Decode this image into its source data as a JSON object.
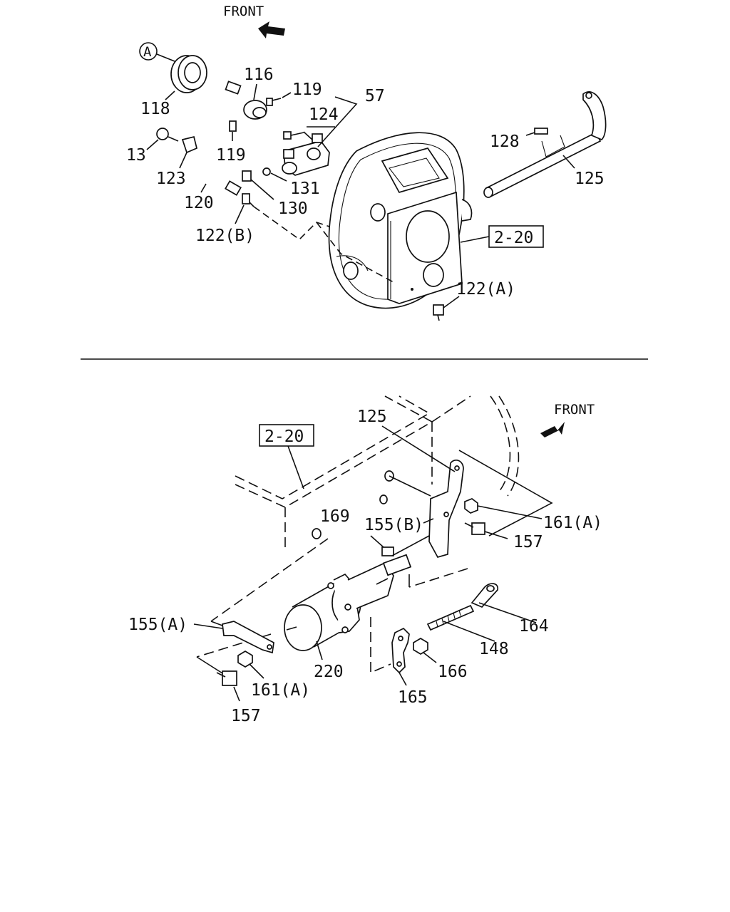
{
  "diagram": {
    "top_section": {
      "front_label": "FRONT",
      "circle_ref": "A",
      "callouts": {
        "c118": "118",
        "c116": "116",
        "c119a": "119",
        "c57": "57",
        "c124": "124",
        "c13": "13",
        "c119b": "119",
        "c123": "123",
        "c120": "120",
        "c131": "131",
        "c130": "130",
        "c122b": "122(B)",
        "c128": "128",
        "c125": "125",
        "c122a": "122(A)"
      },
      "ref_box": "2-20"
    },
    "bottom_section": {
      "front_label": "FRONT",
      "ref_box": "2-20",
      "callouts": {
        "c125": "125",
        "c169": "169",
        "c155b": "155(B)",
        "c161a_top": "161(A)",
        "c157_top": "157",
        "c155a": "155(A)",
        "c164": "164",
        "c148": "148",
        "c220": "220",
        "c166": "166",
        "c161a_bot": "161(A)",
        "c165": "165",
        "c157_bot": "157"
      }
    }
  }
}
